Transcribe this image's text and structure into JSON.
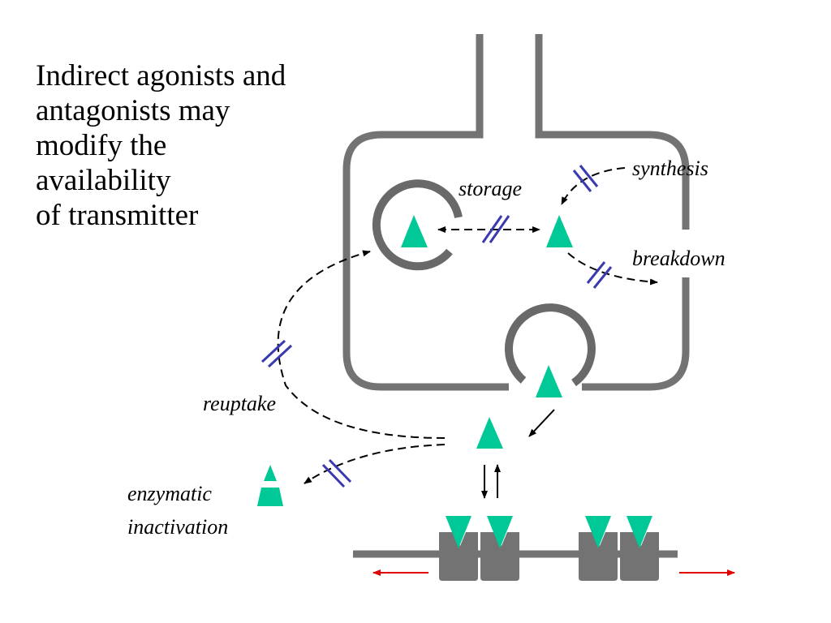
{
  "title_lines": [
    "Indirect agonists and",
    "antagonists may",
    "modify the",
    "availability",
    "of transmitter"
  ],
  "labels": {
    "storage": "storage",
    "synthesis": "synthesis",
    "breakdown": "breakdown",
    "reuptake": "reuptake",
    "enzymatic": "enzymatic",
    "inactivation": "inactivation"
  },
  "colors": {
    "membrane": "#737373",
    "transmitter": "#00c896",
    "block": "#3a3ab0",
    "ion_arrow": "#e00000",
    "arrow": "#000000"
  }
}
